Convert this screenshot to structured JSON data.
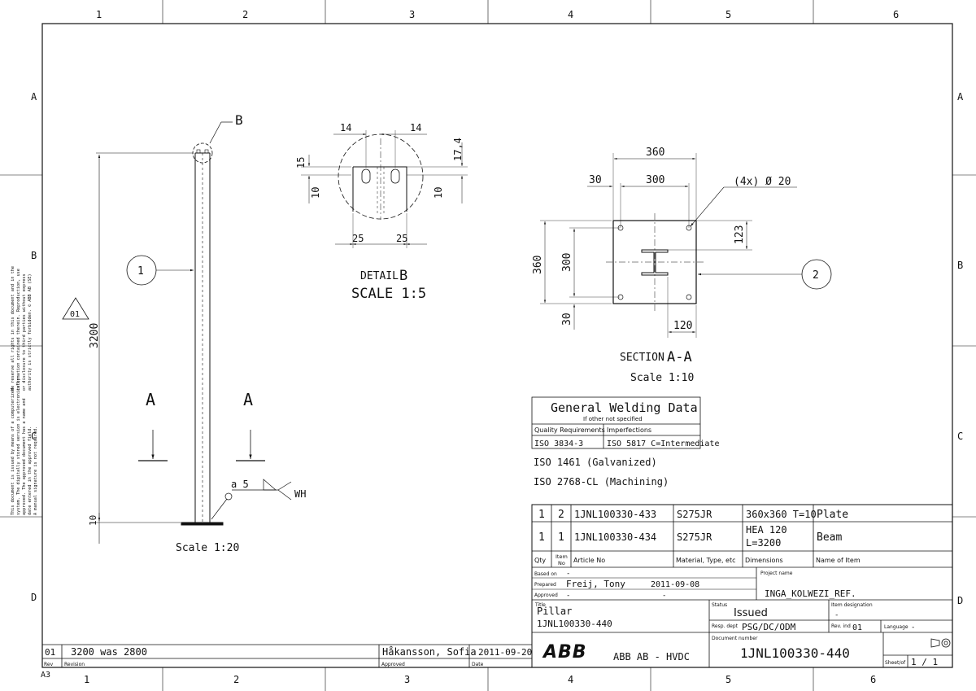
{
  "sheet": {
    "zone_columns": [
      "1",
      "2",
      "3",
      "4",
      "5",
      "6"
    ],
    "zone_rows": [
      "A",
      "B",
      "C",
      "D"
    ],
    "corner_mark": "A3"
  },
  "side_note": [
    "We reserve all rights in this document and in the",
    "information contained therein. Reproduction, use",
    "or disclosure to third parties without express",
    "authority is strictly forbidden.  © ABB AB (SE)",
    "This document is issued by means of a computerized",
    "system. The digitally stored version is electronically",
    "approved. The approved document has a name and",
    "date entered in the approved field.",
    "A manual signature is not required."
  ],
  "pillar": {
    "balloon": "1",
    "revision_marker": "01",
    "dim_height": "3200",
    "dim_base": "10",
    "section_label_left": "A",
    "section_label_right": "A",
    "detail_ref": "B",
    "weld_size": "a 5",
    "weld_note": "WH",
    "scale": "Scale  1:20"
  },
  "detail_b": {
    "dim_top_left": "14",
    "dim_top_right": "14",
    "dim_right_top": "17,4",
    "dim_right_bottom": "10",
    "dim_left_top": "15",
    "dim_left_bottom": "10",
    "dim_bottom_left": "25",
    "dim_bottom_right": "25",
    "title": "DETAIL",
    "title_letter": "B",
    "scale": "SCALE 1:5"
  },
  "section_aa": {
    "dim_width_total": "360",
    "dim_width_holes": "300",
    "dim_edge": "30",
    "hole_note": "(4x)  Ø 20",
    "dim_height_total": "360",
    "dim_height_holes": "300",
    "dim_edge_bottom": "30",
    "dim_right": "123",
    "dim_bottom": "120",
    "balloon": "2",
    "title": "SECTION",
    "title_letter": "A-A",
    "scale": "Scale  1:10"
  },
  "welding": {
    "title": "General  Welding  Data",
    "subtitle": "If other  not  specified",
    "col1_header": "Quality Requirements",
    "col2_header": "Imperfections",
    "col1_value": "ISO  3834-3",
    "col2_value": "ISO  5817  C=Intermediate"
  },
  "notes": [
    "ISO  1461  (Galvanized)",
    "ISO  2768-CL  (Machining)"
  ],
  "bom": {
    "rows": [
      {
        "qty": "1",
        "item": "2",
        "article": "1JNL100330-433",
        "material": "S275JR",
        "dimensions": "360x360  T=10",
        "name": "Plate"
      },
      {
        "qty": "1",
        "item": "1",
        "article": "1JNL100330-434",
        "material": "S275JR",
        "dimensions_line1": "HEA  120",
        "dimensions_line2": "L=3200",
        "name": "Beam"
      }
    ],
    "headers": {
      "qty": "Qty",
      "item_line1": "Item",
      "item_line2": "No",
      "article": "Article No",
      "material": "Material, Type, etc",
      "dimensions": "Dimensions",
      "name": "Name of Item"
    }
  },
  "title_block": {
    "based_on_label": "Based on",
    "based_on": "-",
    "prepared_label": "Prepared",
    "prepared": "Freij, Tony",
    "prepared_date": "2011-09-08",
    "approved_label": "Approved",
    "approved": "-",
    "approved_date": "-",
    "project_label": "Project name",
    "project": "INGA_KOLWEZI_REF.",
    "title_label": "Title",
    "title_line1": "Pillar",
    "title_line2": "1JNL100330-440",
    "status_label": "Status",
    "status": "Issued",
    "item_designation_label": "Item designation",
    "item_designation": "-",
    "resp_dept_label": "Resp. dept",
    "resp_dept": "PSG/DC/ODM",
    "rev_ind_label": "Rev. ind",
    "rev_ind": "01",
    "language_label": "Language",
    "language": "-",
    "doc_number_label": "Document number",
    "doc_number": "1JNL100330-440",
    "sheet_label": "Sheet/of",
    "sheet": "1  /  1",
    "logo": "ABB",
    "company": "ABB AB  -  HVDC"
  },
  "revision": {
    "rev": "01",
    "text": "3200  was  2800",
    "approved": "Håkansson, Sofia",
    "date": "2011-09-20",
    "rev_label": "Rev",
    "revision_label": "Revision",
    "approved_label": "Approved",
    "date_label": "Date"
  },
  "colors": {
    "logo_red": "#e2001a",
    "line": "#111111"
  }
}
